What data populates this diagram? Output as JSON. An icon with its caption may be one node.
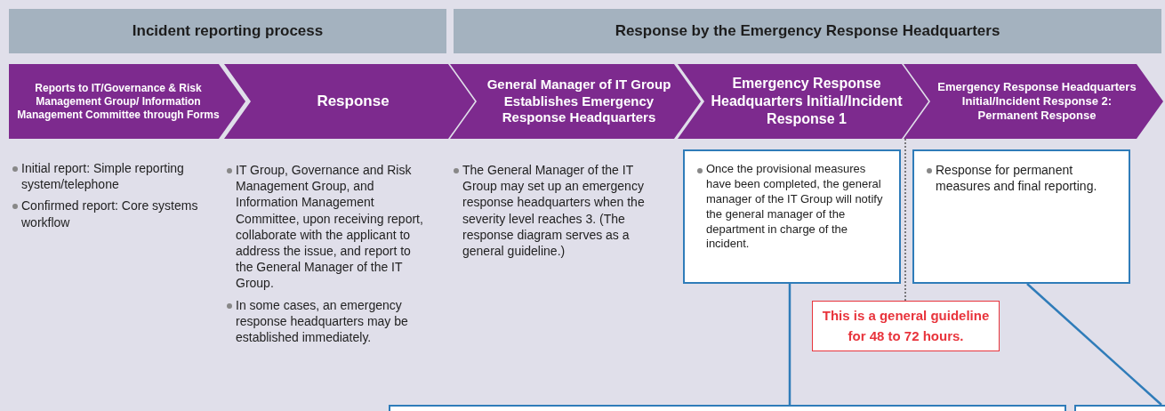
{
  "diagram": {
    "nodes": [
      {
        "text": [
          "Incident reporting process"
        ]
      },
      {
        "text": [
          "Response by the Emergency Response Headquarters"
        ]
      },
      {
        "text": [
          "Reports to IT/Governance & Risk Management Group/ Information Management Committee through Forms"
        ],
        "beside": [
          "Initial report: Simple reporting system/telephone",
          "Confirmed report: Core systems workflow"
        ]
      },
      {
        "text": [
          "Response"
        ],
        "beside": [
          "IT Group, Governance and Risk Management Group, and Information Management Committee, upon receiving report, collaborate with the applicant to address the issue, and report to the General Manager of the IT Group.",
          "In some cases, an emergency response headquarters may be established immediately."
        ]
      },
      {
        "text": [
          "General Manager of IT Group Establishes Emergency Response Headquarters"
        ],
        "beside": [
          "The General Manager of the IT Group may set up an emergency response headquarters when the severity level reaches 3. (The response diagram serves as a general guideline.)"
        ]
      },
      {
        "text": [
          "Emergency Response Headquarters Initial/Incident Response 1"
        ]
      },
      {
        "text": [
          "Emergency Response Headquarters Initial/Incident Response 2: Permanent Response"
        ]
      },
      {
        "text": [
          "Once the provisional measures have been completed, the general manager of the IT Group will notify the general manager of the department in charge of the incident."
        ]
      },
      {
        "text": [
          "Response for permanent measures and final reporting."
        ]
      },
      {
        "text": [
          "This is a general guideline for 48 to 72 hours."
        ]
      },
      {
        "text": [],
        "shape": "box"
      },
      {
        "text": [],
        "shape": "box"
      }
    ],
    "edges": [
      {
        "from": 7,
        "to": 10,
        "arrow": "none"
      },
      {
        "from": 8,
        "to": 11,
        "arrow": "none"
      },
      {
        "from": 5,
        "to": 9,
        "arrow": "none",
        "style": "dashed",
        "color": "#555555"
      }
    ]
  }
}
